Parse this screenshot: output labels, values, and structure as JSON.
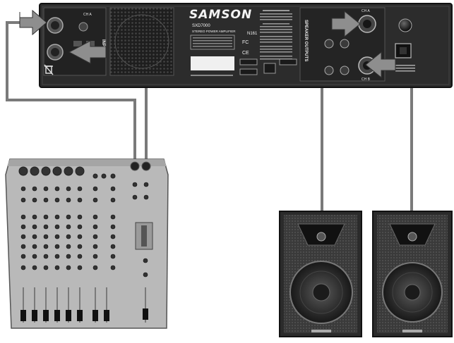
{
  "amplifier": {
    "brand": "SAMSON",
    "model": "SXD7000",
    "subtitle": "STEREO POWER AMPLIFIER",
    "input_section_label": "INPUTS",
    "output_section_label": "SPEAKER OUTPUTS",
    "ch_a_label": "CH A",
    "ch_b_label": "CH B",
    "marks": [
      "FC",
      "CE",
      "N161"
    ]
  },
  "colors": {
    "chassis": "#2c2c2c",
    "chassis_dark": "#1a1a1a",
    "cable": "#7a7a7a",
    "arrow": "#8e8e8e",
    "mixer": "#b9b9b9",
    "speaker": "#2b2b2b"
  }
}
